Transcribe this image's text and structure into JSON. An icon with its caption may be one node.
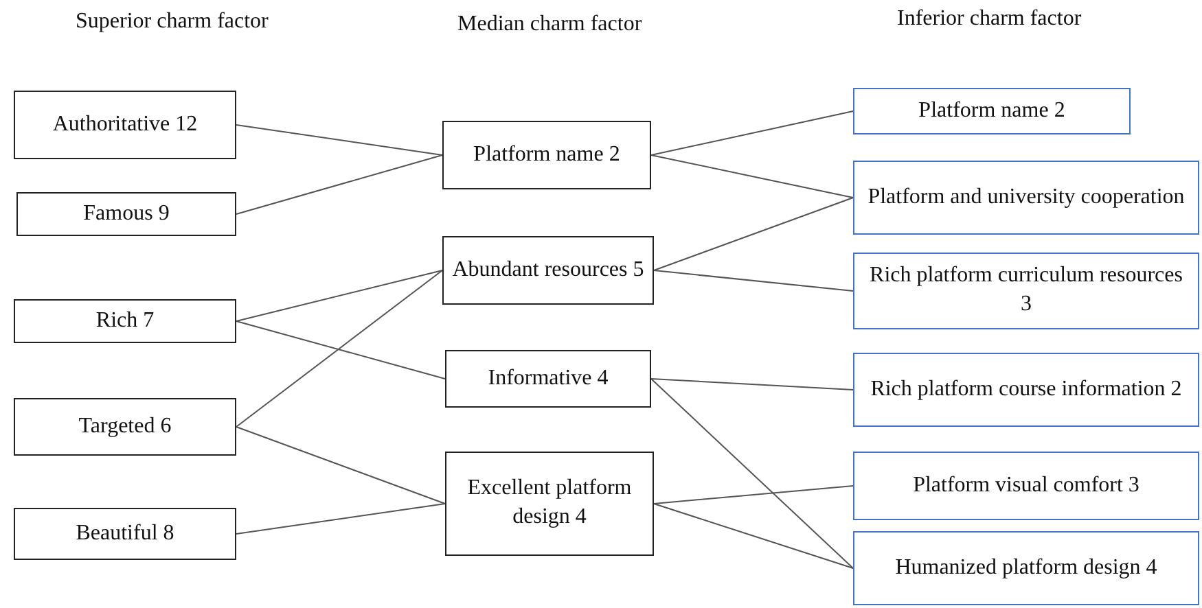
{
  "diagram": {
    "nodes": [
      {
        "text": [
          "Authoritative 12"
        ]
      },
      {
        "text": [
          "Famous 9"
        ]
      },
      {
        "text": [
          "Rich 7"
        ]
      },
      {
        "text": [
          "Targeted 6"
        ]
      },
      {
        "text": [
          "Beautiful 8"
        ]
      },
      {
        "text": [
          "Platform name 2"
        ]
      },
      {
        "text": [
          "Abundant resources 5"
        ]
      },
      {
        "text": [
          "Informative 4"
        ]
      },
      {
        "text": [
          "Excellent platform design 4"
        ]
      },
      {
        "text": [
          "Platform name 2"
        ]
      },
      {
        "text": [
          "Platform and university cooperation"
        ]
      },
      {
        "text": [
          "Rich platform curriculum resources 3"
        ]
      },
      {
        "text": [
          "Rich platform course information 2"
        ]
      },
      {
        "text": [
          "Platform visual comfort 3"
        ]
      },
      {
        "text": [
          "Humanized platform design 4"
        ]
      }
    ],
    "edges": [
      {
        "from": 0,
        "to": 5,
        "arrow": "none"
      },
      {
        "from": 1,
        "to": 5,
        "arrow": "none"
      },
      {
        "from": 2,
        "to": 6,
        "arrow": "none"
      },
      {
        "from": 2,
        "to": 7,
        "arrow": "none"
      },
      {
        "from": 3,
        "to": 6,
        "arrow": "none"
      },
      {
        "from": 3,
        "to": 8,
        "arrow": "none"
      },
      {
        "from": 4,
        "to": 8,
        "arrow": "none"
      },
      {
        "from": 5,
        "to": 9,
        "arrow": "none"
      },
      {
        "from": 5,
        "to": 10,
        "arrow": "none"
      },
      {
        "from": 6,
        "to": 10,
        "arrow": "none"
      },
      {
        "from": 6,
        "to": 11,
        "arrow": "none"
      },
      {
        "from": 7,
        "to": 12,
        "arrow": "none"
      },
      {
        "from": 7,
        "to": 14,
        "arrow": "none"
      },
      {
        "from": 8,
        "to": 13,
        "arrow": "none"
      },
      {
        "from": 8,
        "to": 14,
        "arrow": "none"
      }
    ],
    "labels": [
      "Superior charm factor",
      "Median charm factor",
      "Inferior charm factor"
    ]
  }
}
